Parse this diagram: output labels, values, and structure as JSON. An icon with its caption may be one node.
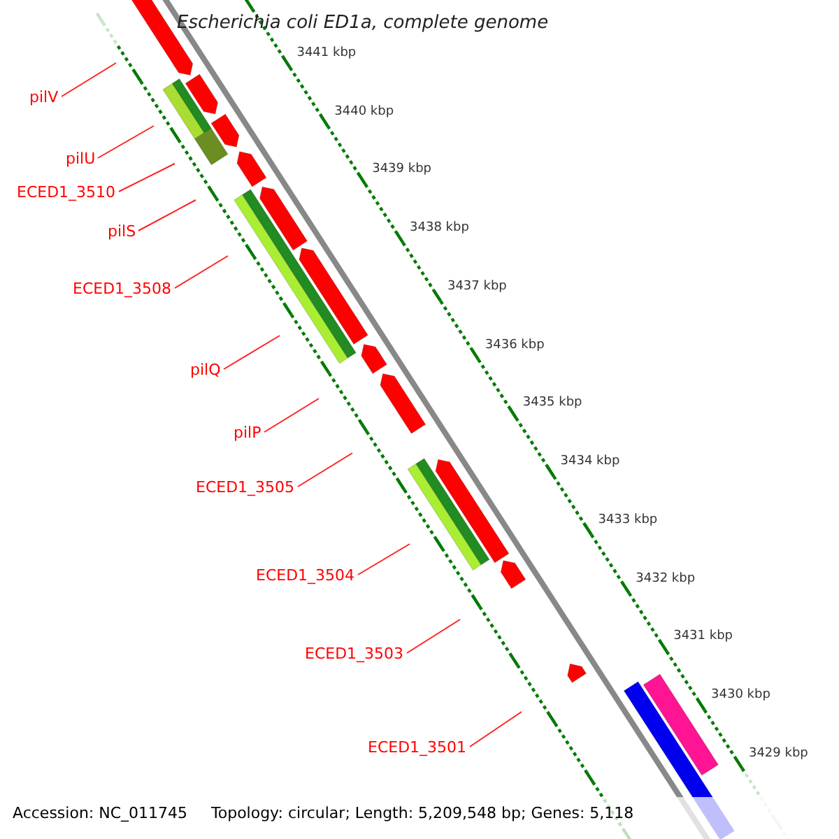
{
  "diagram": {
    "title": "Escherichia coli ED1a, complete genome",
    "nodes": [
      {
        "text": [
          "pilV"
        ]
      },
      {
        "text": [
          "pilU"
        ]
      },
      {
        "text": [
          "ECED1_3510"
        ]
      },
      {
        "text": [
          "pilS"
        ]
      },
      {
        "text": [
          "ECED1_3508"
        ]
      },
      {
        "text": [
          "pilQ"
        ]
      },
      {
        "text": [
          "pilP"
        ]
      },
      {
        "text": [
          "ECED1_3505"
        ]
      },
      {
        "text": [
          "ECED1_3504"
        ]
      },
      {
        "text": [
          "ECED1_3503"
        ]
      },
      {
        "text": [
          "ECED1_3501"
        ]
      }
    ],
    "edges": [
      {
        "from": 0,
        "to": null,
        "arrow": "none"
      },
      {
        "from": 1,
        "to": null,
        "arrow": "none"
      },
      {
        "from": 2,
        "to": null,
        "arrow": "none"
      },
      {
        "from": 3,
        "to": null,
        "arrow": "none"
      },
      {
        "from": 4,
        "to": null,
        "arrow": "none"
      },
      {
        "from": 5,
        "to": null,
        "arrow": "none"
      },
      {
        "from": 6,
        "to": null,
        "arrow": "none"
      },
      {
        "from": 7,
        "to": null,
        "arrow": "none"
      },
      {
        "from": 8,
        "to": null,
        "arrow": "none"
      },
      {
        "from": 9,
        "to": null,
        "arrow": "none"
      },
      {
        "from": 10,
        "to": null,
        "arrow": "none"
      }
    ],
    "labels": [
      "3441 kbp",
      "3440 kbp",
      "3439 kbp",
      "3438 kbp",
      "3437 kbp",
      "3436 kbp",
      "3435 kbp",
      "3434 kbp",
      "3433 kbp",
      "3432 kbp",
      "3431 kbp",
      "3430 kbp",
      "3429 kbp",
      "Accession: NC_011745",
      "Topology: circular; Length: 5,209,548 bp; Genes: 5,118"
    ]
  }
}
